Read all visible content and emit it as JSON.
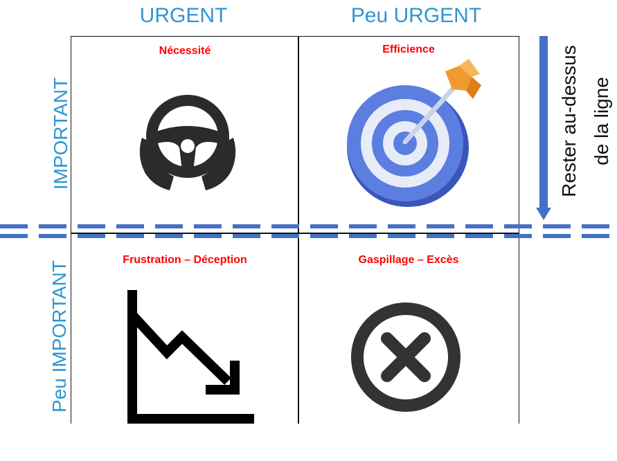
{
  "columns": {
    "urgent": "URGENT",
    "peu_urgent": "Peu URGENT"
  },
  "rows": {
    "important": "IMPORTANT",
    "peu_important": "Peu IMPORTANT"
  },
  "cells": {
    "top_left": {
      "title": "Nécessité",
      "icon": "steering-wheel-hands-icon"
    },
    "top_right": {
      "title": "Efficience",
      "icon": "target-dart-icon"
    },
    "bottom_left": {
      "title": "Frustration – Déception",
      "icon": "downtrend-chart-icon"
    },
    "bottom_right": {
      "title": "Gaspillage – Excès",
      "icon": "close-circle-icon"
    }
  },
  "side_note": {
    "line1": "Rester au-dessus",
    "line2": "de la ligne"
  },
  "colors": {
    "header": "#2e95d3",
    "title": "#ff0000",
    "dash": "#4472c4",
    "arrow": "#4472c4"
  }
}
